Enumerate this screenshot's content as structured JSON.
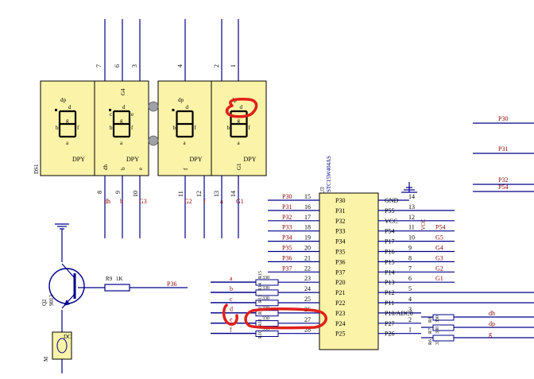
{
  "colors": {
    "wire": "#00008b",
    "net": "#8b0000",
    "component": "#8b0000",
    "fill": "#fbf3a8",
    "highlight": "#e0201a",
    "pad": "#a0a0a8"
  },
  "display": {
    "designator": "DS1",
    "top_pins": [
      "7",
      "6",
      "3",
      "4",
      "2",
      "1"
    ],
    "bottom_pins": [
      "8",
      "9",
      "10",
      "11",
      "12",
      "13",
      "14"
    ],
    "bottom_nets": [
      "dh",
      "b",
      "G3",
      "G2",
      "f",
      "a",
      "G1"
    ],
    "digits": [
      {
        "dp": "dp",
        "a": "a",
        "b": "b",
        "c": "",
        "d": "d",
        "e": "",
        "f": "f",
        "g": "g",
        "dpy": "DPY"
      },
      {
        "dp": "",
        "a": "a",
        "b": "b",
        "c": "c",
        "d": "d",
        "e": "e",
        "f": "f",
        "g": "g",
        "dpy": "DPY"
      },
      {
        "dp": "dp",
        "a": "a",
        "b": "b",
        "c": "",
        "d": "d",
        "e": "",
        "f": "f",
        "g": "",
        "dpy": "DPY"
      },
      {
        "dp": "dp",
        "a": "a",
        "b": "b",
        "c": "",
        "d": "d",
        "e": "",
        "f": "f",
        "g": "g",
        "dpy": "DPY"
      }
    ],
    "side_labels": [
      "G4",
      "dh",
      "b",
      "e",
      "f",
      "G1"
    ]
  },
  "mcu": {
    "designator": "U3",
    "part": "STC15W404AS",
    "left_pins": [
      {
        "net": "P30",
        "num": "15",
        "name": "P30"
      },
      {
        "net": "P31",
        "num": "16",
        "name": "P31"
      },
      {
        "net": "P32",
        "num": "17",
        "name": "P32"
      },
      {
        "net": "P33",
        "num": "18",
        "name": "P33"
      },
      {
        "net": "P34",
        "num": "19",
        "name": "P34"
      },
      {
        "net": "P35",
        "num": "20",
        "name": "P35"
      },
      {
        "net": "P36",
        "num": "21",
        "name": "P36"
      },
      {
        "net": "P37",
        "num": "22",
        "name": "P37"
      },
      {
        "net": "",
        "num": "23",
        "name": "P20"
      },
      {
        "net": "",
        "num": "24",
        "name": "P21"
      },
      {
        "net": "",
        "num": "25",
        "name": "P22"
      },
      {
        "net": "",
        "num": "26",
        "name": "P23"
      },
      {
        "net": "",
        "num": "27",
        "name": "P24"
      },
      {
        "net": "",
        "num": "28",
        "name": "P25"
      }
    ],
    "right_pins": [
      {
        "name": "GND",
        "num": "14",
        "net": ""
      },
      {
        "name": "P55",
        "num": "13",
        "net": ""
      },
      {
        "name": "VCC",
        "num": "12",
        "net": "VCC"
      },
      {
        "name": "P54",
        "num": "11",
        "net": "P54"
      },
      {
        "name": "P17",
        "num": "10",
        "net": "G5"
      },
      {
        "name": "P16",
        "num": "9",
        "net": "G4"
      },
      {
        "name": "P15",
        "num": "8",
        "net": "G3"
      },
      {
        "name": "P14",
        "num": "7",
        "net": "G2"
      },
      {
        "name": "P13",
        "num": "6",
        "net": "G1"
      },
      {
        "name": "P12",
        "num": "5",
        "net": ""
      },
      {
        "name": "P11",
        "num": "4",
        "net": ""
      },
      {
        "name": "P10/ADC0",
        "num": "3",
        "net": "dh"
      },
      {
        "name": "P27",
        "num": "2",
        "net": "dp"
      },
      {
        "name": "P26",
        "num": "1",
        "net": "g"
      }
    ]
  },
  "left_segment_nets": [
    "a",
    "b",
    "c",
    "d",
    "e",
    "f"
  ],
  "resistor_labels": [
    "R10",
    "R11",
    "R12",
    "R13",
    "R14",
    "R15"
  ],
  "resistor_values": [
    "330",
    "330",
    "330",
    "330",
    "330",
    "330"
  ],
  "right_resistors": [
    {
      "ref": "R6",
      "value": "330"
    },
    {
      "ref": "R7",
      "value": "330"
    },
    {
      "ref": "R8",
      "value": "330"
    }
  ],
  "transistor": {
    "ref": "Q2",
    "part": "9012",
    "base_resistor": "R9",
    "base_value": "1K",
    "base_net": "P36"
  },
  "motor": {
    "ref": "M",
    "part": "DC"
  },
  "right_nets": [
    "P30",
    "P31",
    "P32",
    "P54"
  ]
}
